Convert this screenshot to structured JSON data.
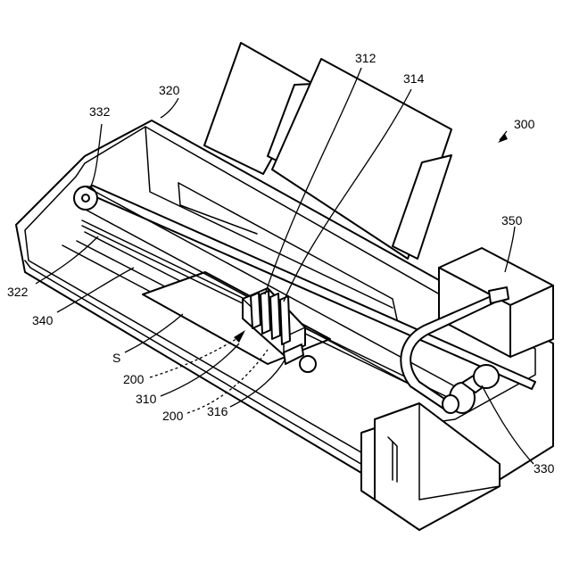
{
  "labels": {
    "l300": "300",
    "l312": "312",
    "l314": "314",
    "l320": "320",
    "l332": "332",
    "l350": "350",
    "l322": "322",
    "l340": "340",
    "lS": "S",
    "l200a": "200",
    "l310": "310",
    "l200b": "200",
    "l316": "316",
    "l330": "330"
  }
}
